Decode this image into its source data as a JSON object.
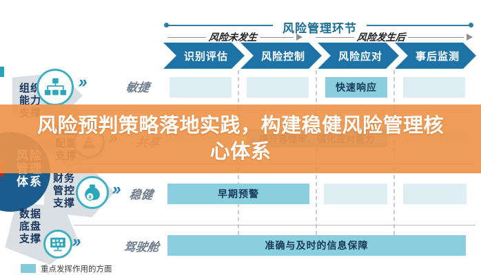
{
  "header": {
    "title": "风险管理环节",
    "phase_before": "风险未发生",
    "phase_after": "风险发生后",
    "stages": [
      {
        "label": "识别评估"
      },
      {
        "label": "风险控制"
      },
      {
        "label": "风险应对"
      },
      {
        "label": "事后监测"
      }
    ]
  },
  "left_panel": {
    "core_label": "风险管理体系",
    "supports": [
      {
        "label": "组织能力支撑",
        "icon": "org-chart-icon"
      },
      {
        "label": "资源配置支撑",
        "icon": "pyramid-icon"
      },
      {
        "label": "财务管控支撑",
        "icon": "moneybag-icon"
      },
      {
        "label": "数据底盘支撑",
        "icon": "dashboard-icon"
      }
    ]
  },
  "rows": [
    {
      "label": "敏捷",
      "highlight": "快速响应"
    },
    {
      "label": "共享",
      "highlight": "提升容错率、强化应对能力"
    },
    {
      "label": "稳健",
      "highlight": "早期预警"
    },
    {
      "label": "驾驶舱",
      "highlight": "准确与及时的信息保障"
    }
  ],
  "overlay_title": "风险预判策略落地实践，构建稳健风险管理核心体系",
  "legend": {
    "label": "重点发挥作用的方面"
  },
  "colors": {
    "stage_blue": "#1e73a6",
    "teal_accent": "#3fb0c0",
    "highlight_box": "#8bcede",
    "light_box": "#dfeef5",
    "banner_orange": "#ee944a",
    "core_navy": "#1b5c8e",
    "header_teal": "#1c6e93",
    "edge_red": "#a93226"
  }
}
